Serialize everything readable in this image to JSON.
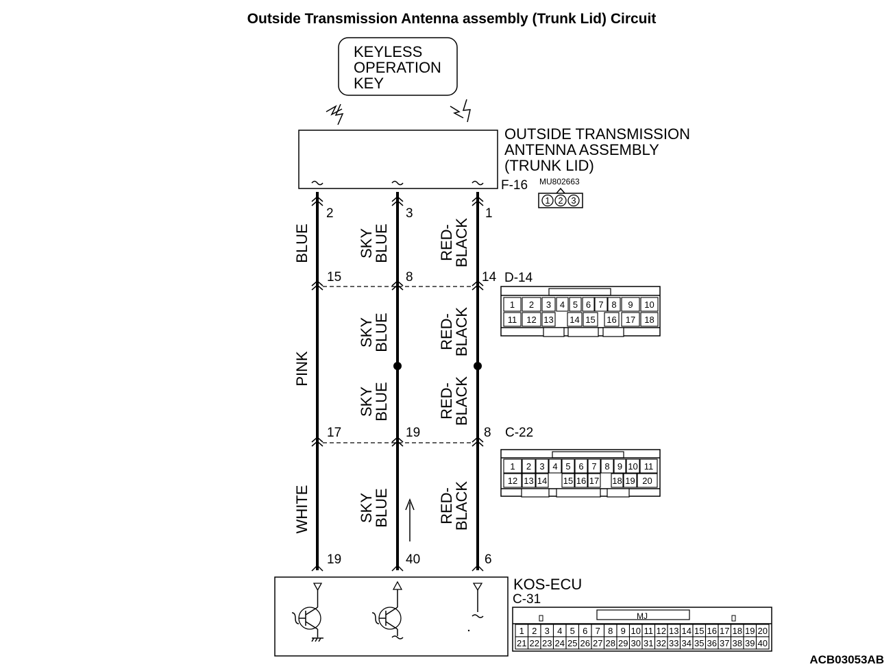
{
  "title": "Outside Transmission Antenna assembly (Trunk Lid) Circuit",
  "key_box": [
    "KEYLESS",
    "OPERATION",
    "KEY"
  ],
  "antenna": {
    "lines": [
      "OUTSIDE TRANSMISSION",
      "ANTENNA ASSEMBLY",
      "(TRUNK LID)"
    ],
    "connector": "F-16",
    "part_number": "MU802663",
    "pins": [
      "1",
      "2",
      "3"
    ]
  },
  "wires": [
    {
      "pin_top": "2",
      "pin_mid1": "15",
      "pin_mid2": "17",
      "pin_bottom": "19",
      "color_upper": [
        "BLUE"
      ],
      "color_middle": [
        "PINK"
      ],
      "color_lower": [
        "WHITE"
      ]
    },
    {
      "pin_top": "3",
      "pin_mid1": "8",
      "pin_mid2": "19",
      "pin_bottom": "40",
      "color_upper": [
        "SKY",
        "BLUE"
      ],
      "color_middle_a": [
        "SKY",
        "BLUE"
      ],
      "color_middle_b": [
        "SKY",
        "BLUE"
      ],
      "color_lower": [
        "SKY",
        "BLUE"
      ]
    },
    {
      "pin_top": "1",
      "pin_mid1": "14",
      "pin_mid2": "8",
      "pin_bottom": "6",
      "color_upper": [
        "RED-",
        "BLACK"
      ],
      "color_middle_a": [
        "RED-",
        "BLACK"
      ],
      "color_middle_b": [
        "RED-",
        "BLACK"
      ],
      "color_lower": [
        "RED-",
        "BLACK"
      ]
    }
  ],
  "connector_d14": {
    "name": "D-14",
    "row1": [
      "1",
      "2",
      "3",
      "4",
      "5",
      "6",
      "7",
      "8",
      "9",
      "10"
    ],
    "row2": [
      "11",
      "12",
      "13",
      "14",
      "15",
      "16",
      "17",
      "18"
    ]
  },
  "connector_c22": {
    "name": "C-22",
    "row1": [
      "1",
      "2",
      "3",
      "4",
      "5",
      "6",
      "7",
      "8",
      "9",
      "10",
      "11"
    ],
    "row2": [
      "12",
      "13",
      "14",
      "15",
      "16",
      "17",
      "18",
      "19",
      "20"
    ]
  },
  "ecu": {
    "name": "KOS-ECU",
    "connector": "C-31",
    "tag": "MJ",
    "row1": [
      "1",
      "2",
      "3",
      "4",
      "5",
      "6",
      "7",
      "8",
      "9",
      "10",
      "11",
      "12",
      "13",
      "14",
      "15",
      "16",
      "17",
      "18",
      "19",
      "20"
    ],
    "row2": [
      "21",
      "22",
      "23",
      "24",
      "25",
      "26",
      "27",
      "28",
      "29",
      "30",
      "31",
      "32",
      "33",
      "34",
      "35",
      "36",
      "37",
      "38",
      "39",
      "40"
    ]
  },
  "code": "ACB03053AB"
}
